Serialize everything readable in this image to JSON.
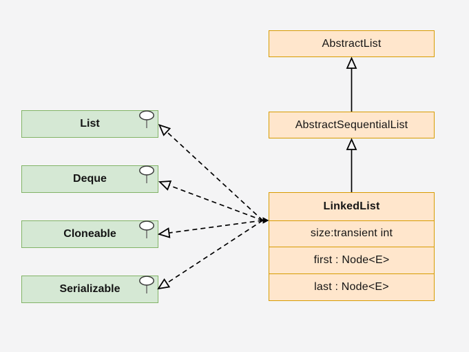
{
  "diagram": {
    "kind": "uml-class-diagram",
    "colors": {
      "background": "#f4f4f5",
      "class_fill": "#ffe6cc",
      "class_border": "#d79b00",
      "interface_fill": "#d5e8d4",
      "interface_border": "#82b366",
      "line": "#000000"
    },
    "classes": {
      "abstract_list": {
        "name": "AbstractList"
      },
      "abstract_sequential_list": {
        "name": "AbstractSequentialList"
      },
      "linked_list": {
        "name": "LinkedList",
        "fields": [
          "size:transient int",
          "first : Node<E>",
          "last : Node<E>"
        ]
      }
    },
    "interfaces": [
      {
        "label": "List"
      },
      {
        "label": "Deque"
      },
      {
        "label": "Cloneable"
      },
      {
        "label": "Serializable"
      }
    ],
    "relationships": [
      {
        "type": "generalization",
        "from": "AbstractSequentialList",
        "to": "AbstractList",
        "line": "solid"
      },
      {
        "type": "generalization",
        "from": "LinkedList",
        "to": "AbstractSequentialList",
        "line": "solid"
      },
      {
        "type": "realization",
        "from": "LinkedList",
        "to": "List",
        "line": "dashed"
      },
      {
        "type": "realization",
        "from": "LinkedList",
        "to": "Deque",
        "line": "dashed"
      },
      {
        "type": "realization",
        "from": "LinkedList",
        "to": "Cloneable",
        "line": "dashed"
      },
      {
        "type": "realization",
        "from": "LinkedList",
        "to": "Serializable",
        "line": "dashed"
      }
    ]
  }
}
